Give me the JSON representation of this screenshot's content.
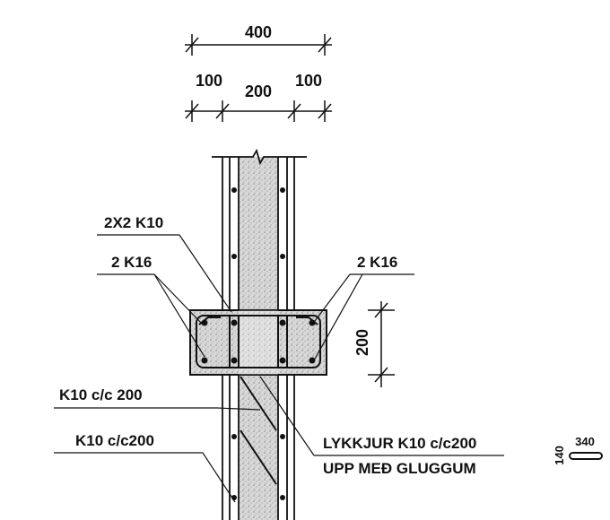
{
  "dimensions": {
    "overall_width": "400",
    "left_cover": "100",
    "core": "200",
    "right_cover": "100",
    "beam_height": "200"
  },
  "labels": {
    "top_rebar": "2X2 K10",
    "left_rebar": "2 K16",
    "right_rebar": "2 K16",
    "stirrup_1": "K10 c/c 200",
    "stirrup_2": "K10 c/c200",
    "loop_line1": "LYKKJUR K10 c/c200",
    "loop_line2": "UPP MEÐ GLUGGUM"
  },
  "detail": {
    "width": "340",
    "height": "140"
  },
  "colors": {
    "line": "#111111",
    "concrete_fill": "#cfcfcf"
  }
}
